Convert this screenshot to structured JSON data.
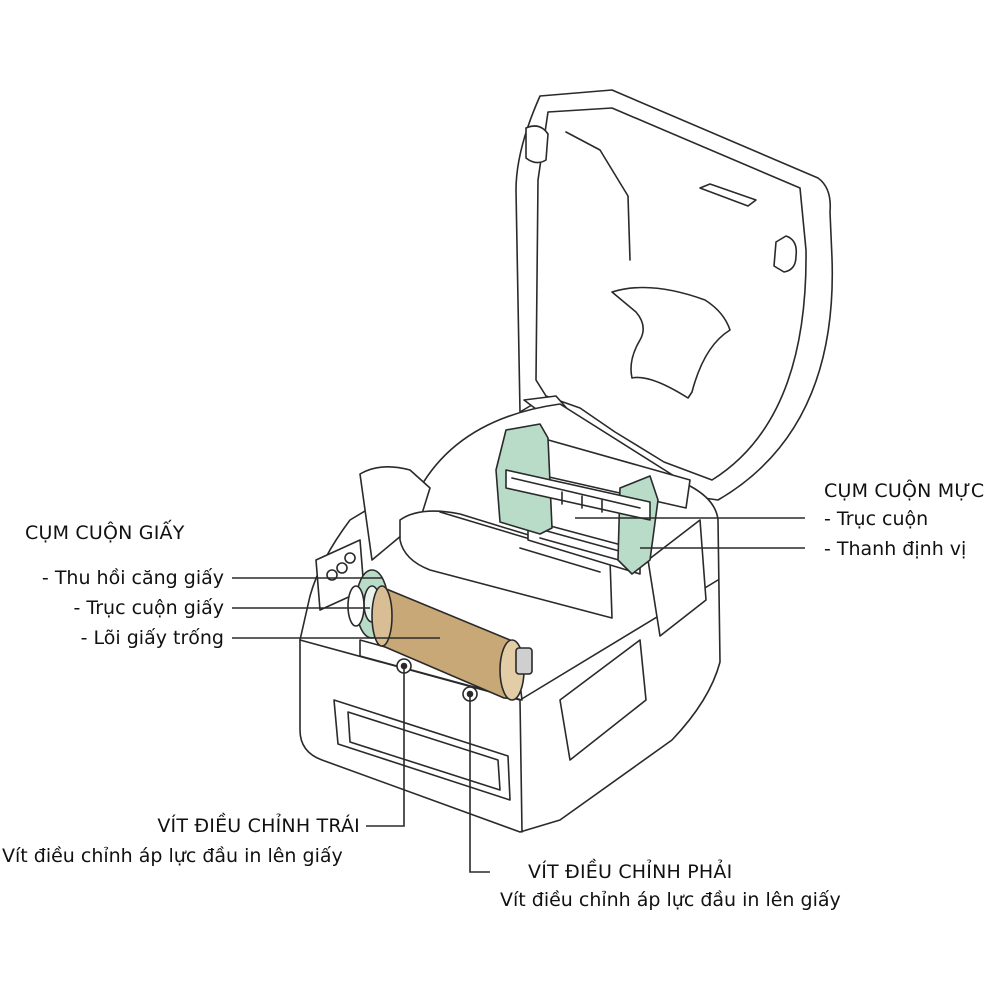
{
  "paper_group": {
    "title": "CỤM CUỘN GIẤY",
    "items": [
      "- Thu hồi căng giấy",
      "- Trục cuộn giấy",
      "- Lõi giấy trống"
    ]
  },
  "ribbon_group": {
    "title": "CỤM CUỘN MỰC",
    "items": [
      "- Trục cuộn",
      "- Thanh định vị"
    ]
  },
  "left_screw": {
    "title": "VÍT ĐIỀU CHỈNH TRÁI",
    "desc": "Vít điều chỉnh áp lực đầu in lên giấy"
  },
  "right_screw": {
    "title": "VÍT ĐIỀU CHỈNH PHẢI",
    "desc": "Vít điều chỉnh áp lực đầu in lên giấy"
  },
  "colors": {
    "line": "#2a2a2a",
    "body": "#ffffff",
    "green": "#b8dcc8",
    "green_dark": "#6f9f86",
    "paper_core": "#c9a877"
  }
}
